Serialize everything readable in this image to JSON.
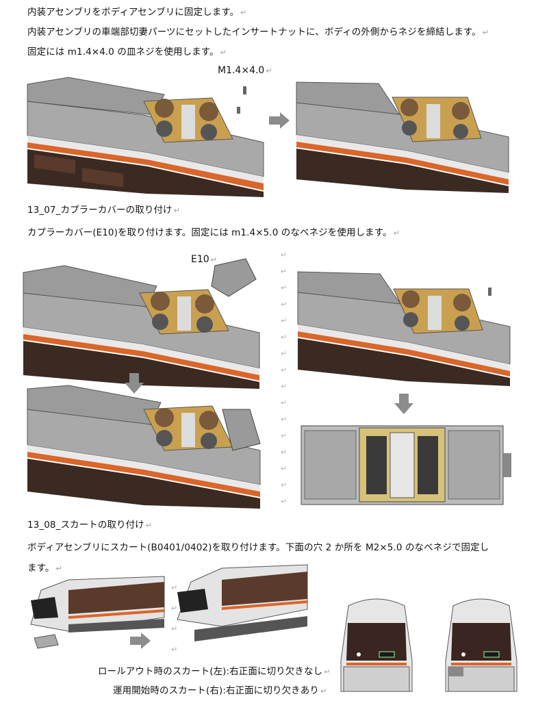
{
  "lines": {
    "l1": "内装アセンブリをボディアセンブリに固定します。",
    "l2": "内装アセンブリの車端部切妻パーツにセットしたインサートナットに、ボディの外側からネジを締結します。",
    "l3": "固定には m1.4×4.0 の皿ネジを使用します。",
    "h1": "13_07_カプラーカバーの取り付け",
    "l4": "カプラーカバー(E10)を取り付けます。固定には m1.4×5.0 のなべネジを使用します。",
    "h2": "13_08_スカートの取り付け",
    "l5": "ボディアセンブリにスカート(B0401/0402)を取り付けます。下面の穴 2 か所を M2×5.0 のなべネジで固定し",
    "l6": "ます。",
    "c1": "ロールアウト時のスカート(左):右正面に切り欠きなし",
    "c2": "運用開始時のスカート(右):右正面に切り欠きあり"
  },
  "labels": {
    "screw": "M1.4×4.0",
    "part": "E10"
  },
  "return_mark": "↵",
  "colors": {
    "body_grey": "#8f8f8f",
    "stripe_orange": "#d9662a",
    "window_brown": "#5a3a2a",
    "bogie_gold": "#c9a050",
    "arrow_grey": "#8c8c8c"
  }
}
